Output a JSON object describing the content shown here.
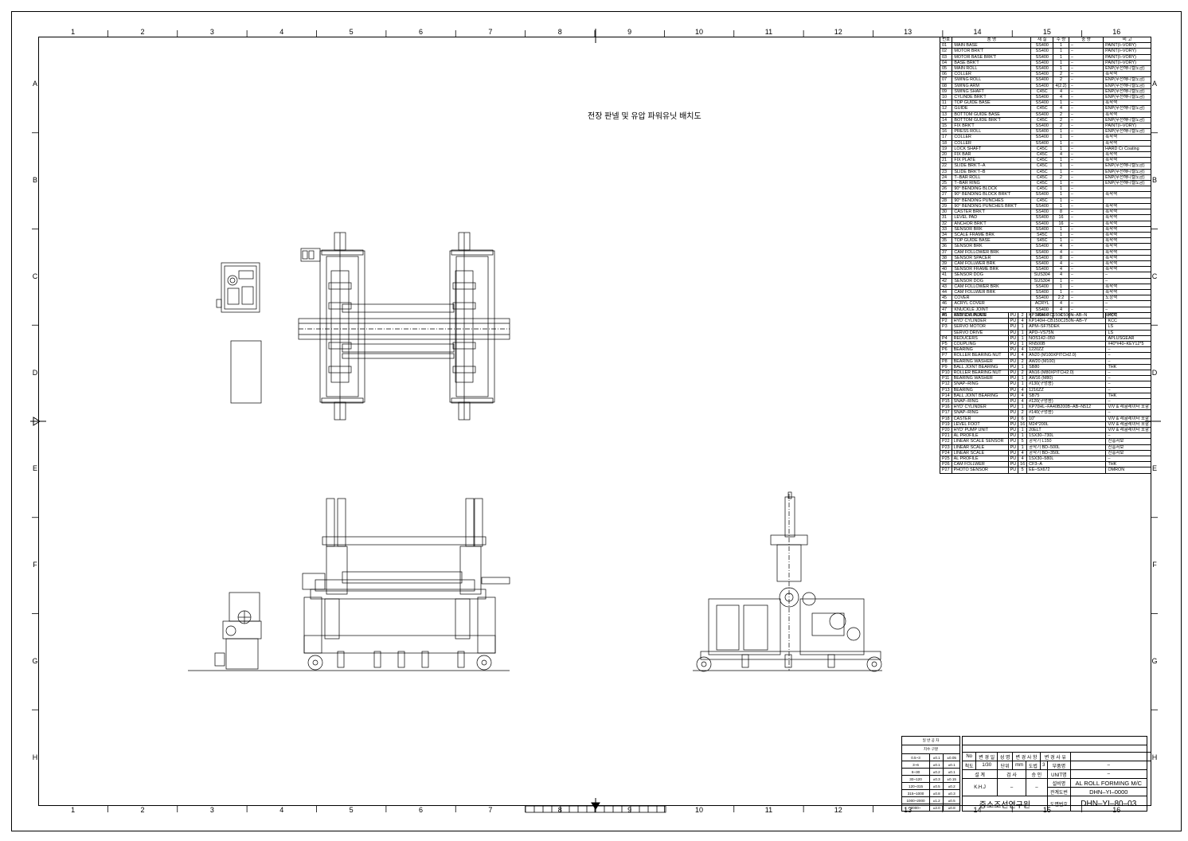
{
  "drawing_title": "전장 판넬 및 유압 파워유닛 배치도",
  "zones": {
    "columns": [
      "1",
      "2",
      "3",
      "4",
      "5",
      "6",
      "7",
      "8",
      "9",
      "10",
      "11",
      "12",
      "13",
      "14",
      "15",
      "16"
    ],
    "rows": [
      "A",
      "B",
      "C",
      "D",
      "E",
      "F",
      "G",
      "H"
    ]
  },
  "parts_header": [
    "번호",
    "품    명",
    "재  질",
    "수 량",
    "중    량",
    "비       고"
  ],
  "parts": [
    [
      "01",
      "MAIN BASE",
      "SS400",
      "1",
      "–",
      "PAINT(I–VORY)"
    ],
    [
      "02",
      "MOTOR BRK'T",
      "SS400",
      "1",
      "–",
      "PAINT(I–VORY)"
    ],
    [
      "03",
      "MOTOR BASE BRK'T",
      "SS400",
      "1",
      "–",
      "PAINT(I–VORY)"
    ],
    [
      "04",
      "BASE BRK'T",
      "SS400",
      "1",
      "–",
      "PAINT(I–VORY)"
    ],
    [
      "05",
      "MAIN ROLL",
      "SS400",
      "1",
      "–",
      "ENP(무전해니켈도금)"
    ],
    [
      "06",
      "COLLER",
      "SS400",
      "2",
      "–",
      "흑착색"
    ],
    [
      "07",
      "SWING ROLL",
      "SS400",
      "2",
      "–",
      "ENP(무전해니켈도금)"
    ],
    [
      "08",
      "SWING ARM",
      "SS400",
      "4(2:2)",
      "–",
      "ENP(무전해니켈도금)"
    ],
    [
      "09",
      "SWING SHAFT",
      "C45C",
      "4",
      "–",
      "ENP(무전해니켈도금)"
    ],
    [
      "10",
      "CYLINDE BRK'T",
      "SS400",
      "4",
      "–",
      "ENP(무전해니켈도금)"
    ],
    [
      "11",
      "TOP GUIDE BASE",
      "SS400",
      "1",
      "–",
      "흑착색"
    ],
    [
      "12",
      "GUIDE",
      "C45C",
      "4",
      "–",
      "ENP(무전해니켈도금)"
    ],
    [
      "13",
      "BOTTOM GUIDE BASE",
      "SS400",
      "2",
      "–",
      "흑착색"
    ],
    [
      "14",
      "BOTTOM GUIDE BRK'T",
      "C45C",
      "2",
      "–",
      "ENP(무전해니켈도금)"
    ],
    [
      "15",
      "FIX BRK'T",
      "SS400",
      "2",
      "–",
      "PAINT(I–VORY)"
    ],
    [
      "16",
      "PRESS ROLL",
      "SS400",
      "1",
      "–",
      "ENP(무전해니켈도금)"
    ],
    [
      "17",
      "COLLER",
      "SS400",
      "1",
      "–",
      "흑착색"
    ],
    [
      "18",
      "COLLER",
      "SS400",
      "1",
      "–",
      "흑착색"
    ],
    [
      "19",
      "LOCK SHAFT",
      "C45C",
      "1",
      "–",
      "HARD Cr Coating"
    ],
    [
      "20",
      "FIX BAR",
      "C45C",
      "4",
      "–",
      "흑착색"
    ],
    [
      "21",
      "FIX PLATE",
      "C45C",
      "1",
      "–",
      "흑착색"
    ],
    [
      "22",
      "SLIDE BRK'T–A",
      "C45C",
      "1",
      "–",
      "ENP(무전해니켈도금)"
    ],
    [
      "23",
      "SLIDE BRK'T–B",
      "C45C",
      "1",
      "–",
      "ENP(무전해니켈도금)"
    ],
    [
      "24",
      "T–BAR ROLL",
      "C45C",
      "2",
      "–",
      "ENP(무전해니켈도금)"
    ],
    [
      "25",
      "T–BAR RING",
      "C45C",
      "1",
      "–",
      "ENP(무전해니켈도금)"
    ],
    [
      "26",
      "90° BENDING BLOCK",
      "C45C",
      "1",
      "–",
      ""
    ],
    [
      "27",
      "90° BENDING BLOCK BRK'T",
      "SS400",
      "1",
      "–",
      "흑착색"
    ],
    [
      "28",
      "90° BENDING PUNCHES",
      "C45C",
      "1",
      "–",
      ""
    ],
    [
      "29",
      "90° BENDING PUNCHES BRK'T",
      "SS400",
      "1",
      "–",
      "흑착색"
    ],
    [
      "30",
      "CASTER BRK'T",
      "SS400",
      "8",
      "–",
      "흑착색"
    ],
    [
      "31",
      "LEVEL PAD",
      "SS400",
      "16",
      "–",
      "흑착색"
    ],
    [
      "32",
      "ANCHOR BRK'T",
      "SS400",
      "16",
      "–",
      "흑착색"
    ],
    [
      "33",
      "SENSOR BRK",
      "SS400",
      "1",
      "–",
      "흑착색"
    ],
    [
      "34",
      "SCALE FRAME BRK",
      "S45C",
      "1",
      "–",
      "흑착색"
    ],
    [
      "35",
      "TOP GUIDE BASE",
      "S45C",
      "1",
      "–",
      "흑착색"
    ],
    [
      "36",
      "SENSOR BRK",
      "SS400",
      "4",
      "–",
      "흑착색"
    ],
    [
      "37",
      "CAM FOLLOWER BRK",
      "SS400",
      "4",
      "–",
      "흑착색"
    ],
    [
      "38",
      "SENSOR SPACER",
      "SS400",
      "8",
      "–",
      "흑착색"
    ],
    [
      "39",
      "CAM FOLLWER BRK",
      "SS400",
      "4",
      "–",
      "흑착색"
    ],
    [
      "40",
      "SENSOR FRAME BRK",
      "SS400",
      "4",
      "–",
      "흑착색"
    ],
    [
      "41",
      "SENSOR DOG",
      "SUS304",
      "4",
      "–",
      "–"
    ],
    [
      "42",
      "SENSOR DOG",
      "SUS304",
      "1",
      "–",
      "–"
    ],
    [
      "43",
      "CAM FOLLOWER BRK",
      "SS400",
      "1",
      "–",
      "흑착색"
    ],
    [
      "44",
      "CAM FOLLWER BRK",
      "SS400",
      "1",
      "–",
      "흑착색"
    ],
    [
      "45",
      "COVER",
      "SS400",
      "2:2",
      "–",
      "도장색"
    ],
    [
      "46",
      "ACRYL COVER",
      "ACRYL",
      "4",
      "–",
      "–"
    ],
    [
      "47",
      "KNUCKLE JOINT",
      "SS400",
      "4",
      "–",
      "–"
    ],
    [
      "48",
      "SENSOR PLATE",
      "SS400",
      "4",
      "–",
      "흑착색"
    ]
  ],
  "purchased": [
    [
      "P1",
      "HYD' CYLINDER",
      "PU",
      "2",
      "KP140H–FC150C500N–AB–N",
      "KCC"
    ],
    [
      "P2",
      "HYD' CYLINDER",
      "PU",
      "4",
      "KP140H–CB150C250N–AB–Y",
      "KCC"
    ],
    [
      "P3",
      "SERVO MOTOR",
      "PU",
      "1",
      "APM–SF75DEK",
      "LS"
    ],
    [
      "",
      "SERVO DRIVE",
      "PU",
      "1",
      "APD–VS75N",
      "LS"
    ],
    [
      "P4",
      "REDUCERS",
      "PU",
      "1",
      "NOS142–050",
      "APLUSGEAR"
    ],
    [
      "P5",
      "COUPLING",
      "PU",
      "1",
      "RN500B",
      "#40*#40–KEY12*5"
    ],
    [
      "P6",
      "BEARING",
      "PU",
      "4",
      "1220ZZ",
      "–"
    ],
    [
      "P7",
      "ROLLER BEARING NUT",
      "PU",
      "4",
      "AN20 (M100XPITCH2.0)",
      "–"
    ],
    [
      "P8",
      "BEARING WASHER",
      "PU",
      "2",
      "AW20 (M100)",
      "–"
    ],
    [
      "P9",
      "BALL JOINT BEARING",
      "PU",
      "1",
      "SB80",
      "THK"
    ],
    [
      "P10",
      "ROLLER BEARING NUT",
      "PU",
      "2",
      "AN16 (M80XPITCH2.0)",
      "–"
    ],
    [
      "P11",
      "BEARING WASHER",
      "PU",
      "1",
      "AW16 (M80)",
      "–"
    ],
    [
      "P12",
      "SNAP–RING",
      "PU",
      "1",
      "#130(구멍용)",
      "–"
    ],
    [
      "P13",
      "BEARING",
      "PU",
      "4",
      "1216ZZ",
      "–"
    ],
    [
      "P14",
      "BALL JOINT BEARING",
      "PU",
      "4",
      "SB75",
      "THK"
    ],
    [
      "P15",
      "SNAP–RING",
      "PU",
      "4",
      "#120(구멍용)",
      "–"
    ],
    [
      "P16",
      "HYD' CYLINDER",
      "PU",
      "1",
      "KP70HL–FA40B200B–AB–N512",
      "V/V & 레귤레이터 포함"
    ],
    [
      "P17",
      "SNAP–RING",
      "PU",
      "2",
      "#140(구멍용)",
      "–"
    ],
    [
      "P18",
      "CASTER",
      "PU",
      "6",
      "10\"",
      "V/V & 레귤레이터 포함"
    ],
    [
      "P19",
      "LEVEL FOOT",
      "PU",
      "16",
      "M24*200L",
      "V/V & 레귤레이터 포함"
    ],
    [
      "P20",
      "HYD' PUMP UNIT",
      "PU",
      "1",
      "20ELT",
      "V/V & 레귤레이터 포함"
    ],
    [
      "P21",
      "AL PROFILE",
      "PU",
      "1",
      "1SX30–730L",
      "–"
    ],
    [
      "P22",
      "LINEAR SCALE SENSOR",
      "PU",
      "5",
      "공작기 L150",
      "진흥서보"
    ],
    [
      "P23",
      "LINEAR SCALE",
      "PU",
      "1",
      "공작기 BD–500L",
      "진흥서보"
    ],
    [
      "P24",
      "LINEAR SCALE",
      "PU",
      "4",
      "공작기 BD–350L",
      "진흥서보"
    ],
    [
      "P25",
      "AL PROFILE",
      "PU",
      "4",
      "1SX30–580L",
      "–"
    ],
    [
      "P26",
      "CAM FOLLWER",
      "PU",
      "16",
      "CF3–A",
      "THK"
    ],
    [
      "P27",
      "PHOTO SENSOR",
      "PU",
      "5",
      "EE–SX672",
      "OMRON"
    ]
  ],
  "title_block": {
    "general_tolerance_label": "일 반 공 차",
    "size_label": "치수·구분",
    "tol_rows": [
      [
        "0.5~3",
        "±0.1",
        "±0.05"
      ],
      [
        "3~6",
        "±0.1",
        "±0.1"
      ],
      [
        "6~30",
        "±0.2",
        "±0.1"
      ],
      [
        "30~120",
        "±0.3",
        "±0.15"
      ],
      [
        "120~315",
        "±0.5",
        "±0.2"
      ],
      [
        "315~1000",
        "±0.8",
        "±0.3"
      ],
      [
        "1000~2000",
        "±1.2",
        "±0.5"
      ],
      [
        "2000~",
        "±2.0",
        "±0.8"
      ]
    ],
    "revision_cols": [
      "No",
      "변 경 일",
      "성 명",
      "변 경 사 항",
      "변 경 사 유"
    ],
    "scale_label": "척도",
    "scale_value": "1/30",
    "unit_label": "단위",
    "unit_value": "mm",
    "angle_label": "도법",
    "angle_value": "3",
    "part_qty_label": "부품명",
    "part_qty_value": "–",
    "unit_no_label": "UNIT명",
    "unit_no_value": "–",
    "design_label": "설 계",
    "check_label": "검 사",
    "approve_label": "승 인",
    "designer": "K.H.J",
    "checker": "–",
    "approver": "–",
    "equipment_label": "설비명",
    "equipment_value": "AL ROLL FORMING M/C",
    "related_label": "관계도번",
    "related_value": "DHN–YI–0000",
    "company": "중소조선연구원",
    "drawing_no_label": "도면번호",
    "drawing_no": "DHN–YI–80–03"
  }
}
